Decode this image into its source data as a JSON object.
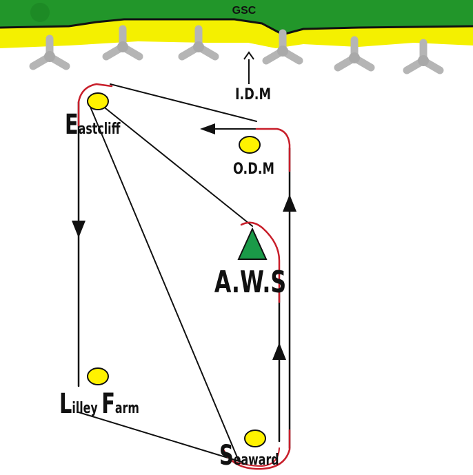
{
  "colors": {
    "grass": "#22962a",
    "sand": "#f4f000",
    "buoy_fill": "#fff200",
    "route_black": "#111111",
    "route_red": "#c81e2a",
    "marker_green": "#1a9a48",
    "turbine": "#b5b5b5"
  },
  "shore": {
    "label": "GSC"
  },
  "icons": {
    "turbine": "wind-turbine-icon",
    "buoy": "buoy-icon",
    "marker": "aws-triangle-icon",
    "arrow": "arrow-icon"
  },
  "marks": {
    "idm": {
      "label": "I.D.M"
    },
    "odm": {
      "label": "O.D.M"
    },
    "aws": {
      "label": "A.W.S"
    },
    "eastcliff": {
      "initial": "E",
      "rest": "astcliff"
    },
    "lilley_farm": {
      "initial1": "L",
      "rest1": "illey ",
      "initial2": "F",
      "rest2": "arm"
    },
    "seaward": {
      "initial": "S",
      "rest": "eaward"
    }
  }
}
